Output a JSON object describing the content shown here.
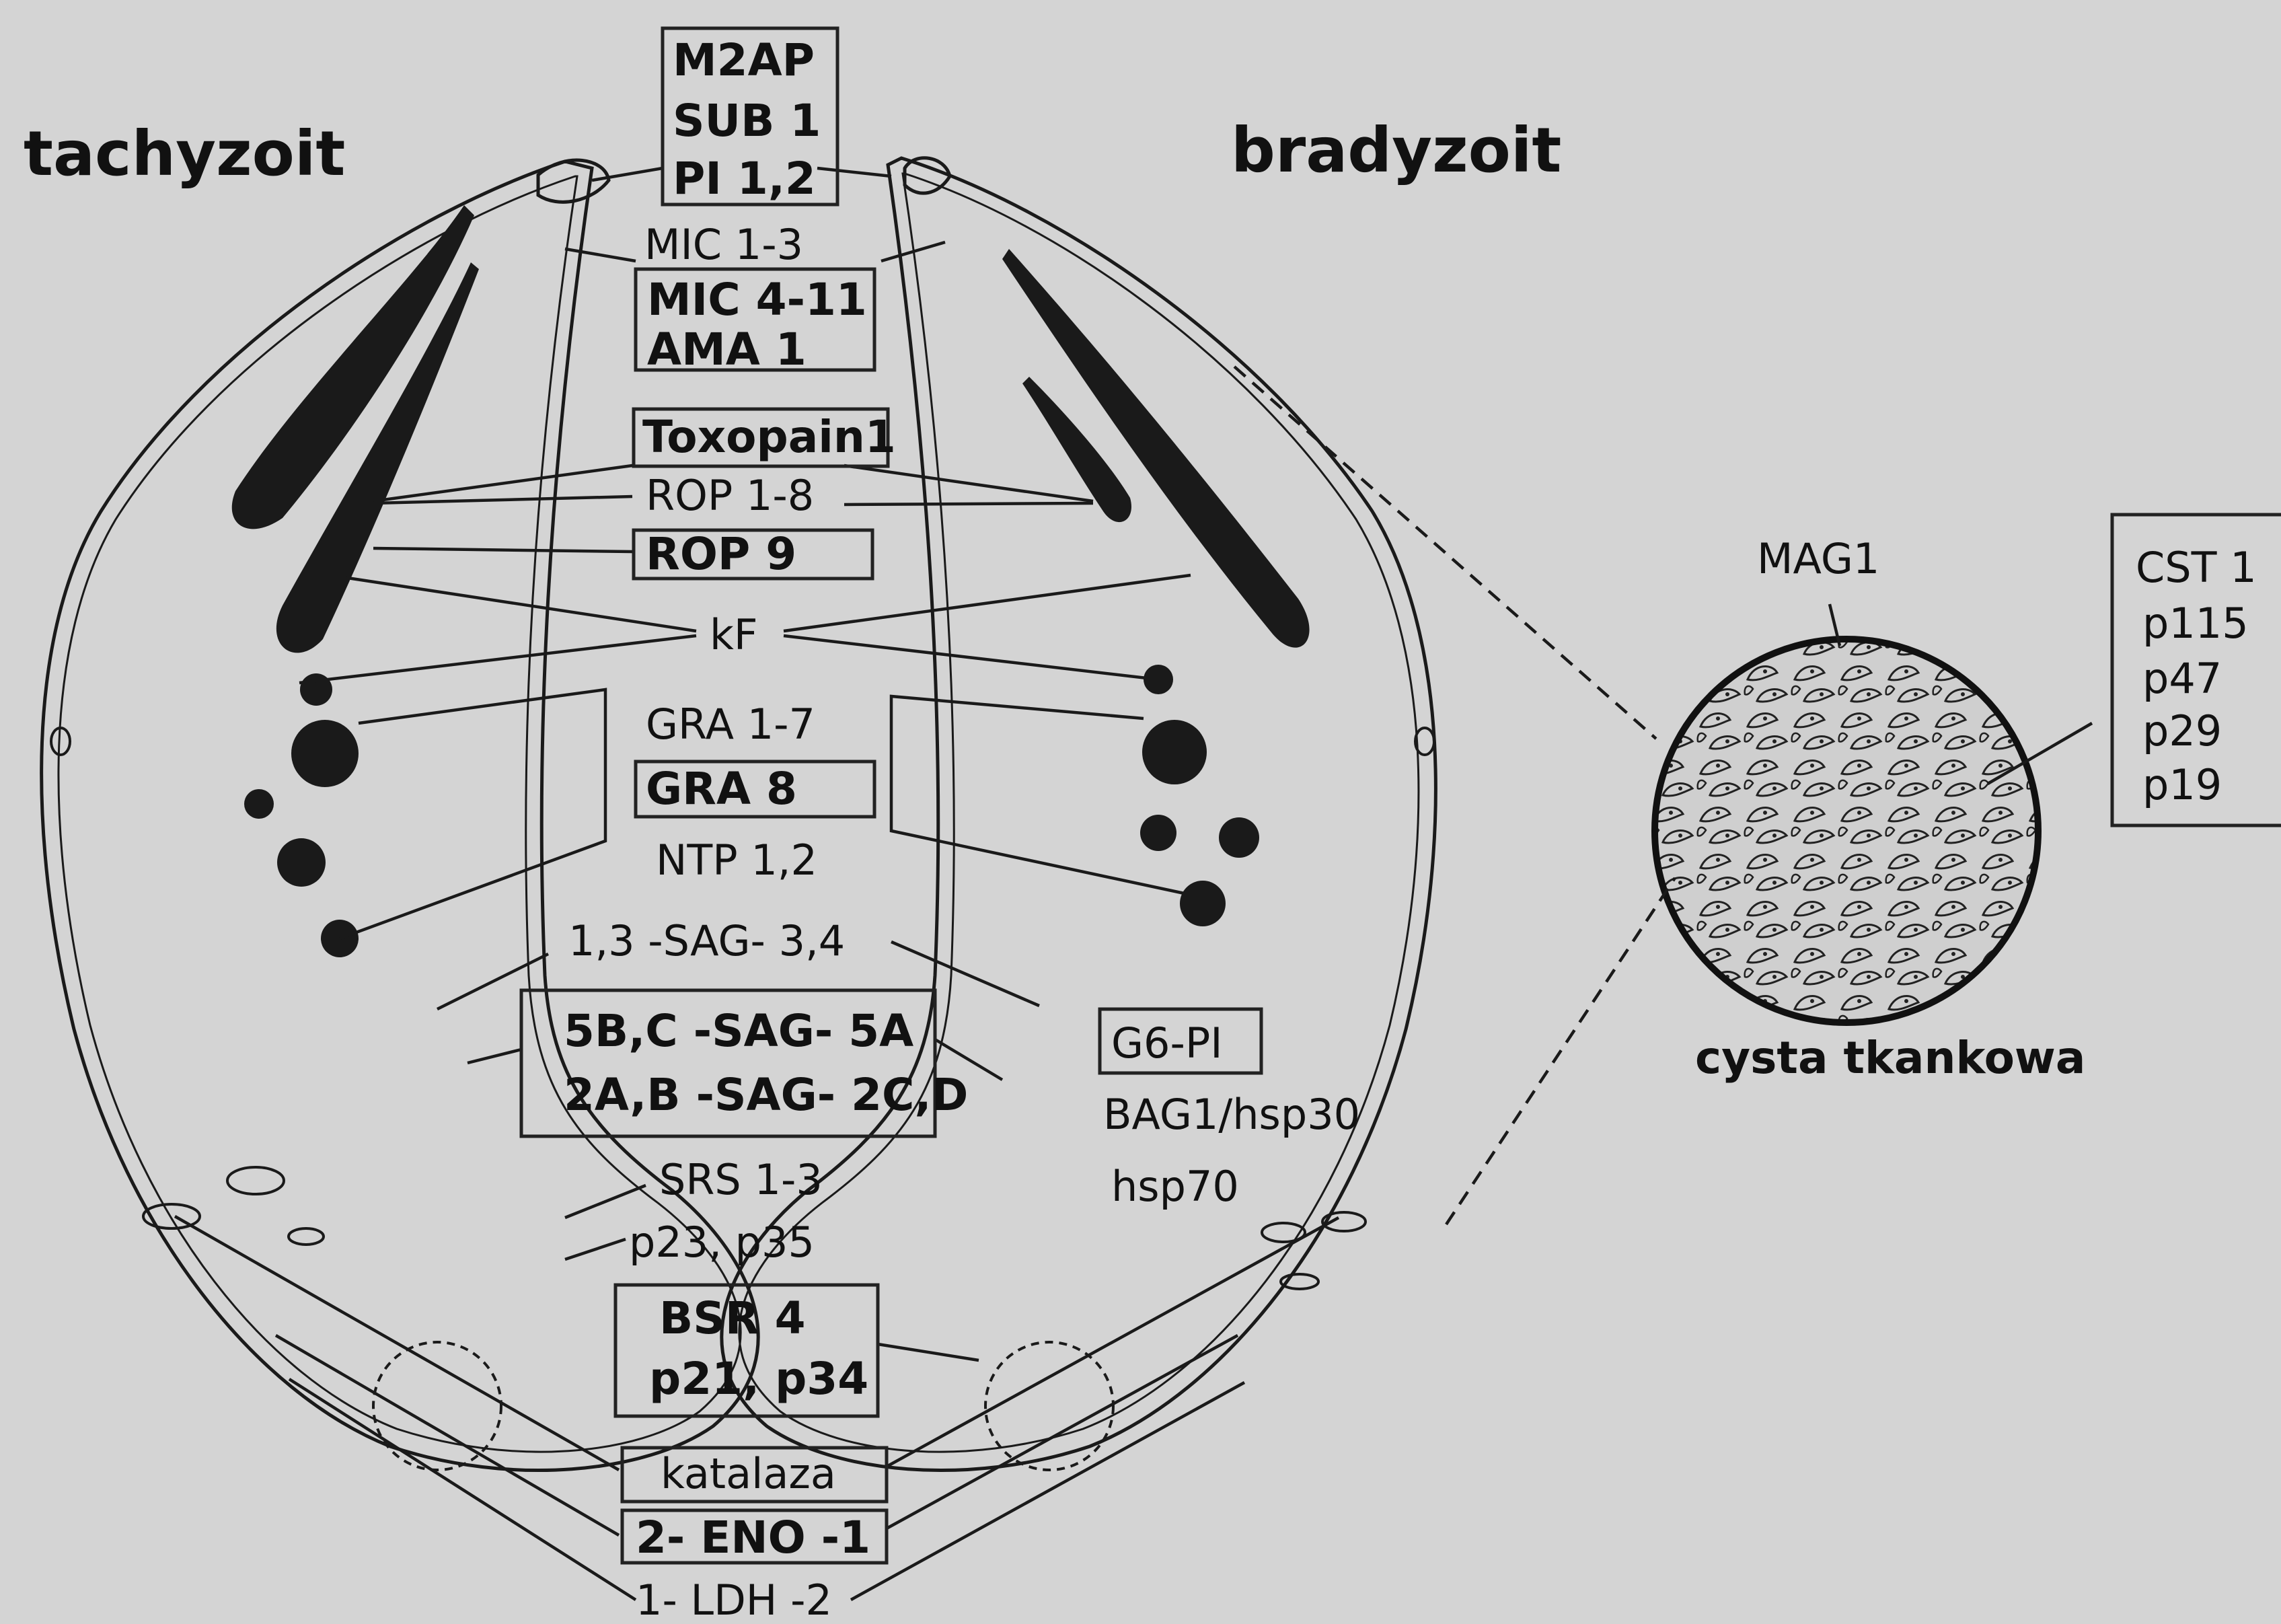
{
  "headings": {
    "tachyzoit": "tachyzoit",
    "bradyzoit": "bradyzoit",
    "cyst": "cysta tkankowa"
  },
  "labels": {
    "m2ap": "M2AP",
    "sub1": "SUB 1",
    "pi12": "PI 1,2",
    "mic13": "MIC 1-3",
    "mic411": "MIC 4-11",
    "ama1": "AMA 1",
    "toxopain1": "Toxopain1",
    "rop18": "ROP 1-8",
    "rop9": "ROP 9",
    "kf": "kF",
    "gra17": "GRA 1-7",
    "gra8": "GRA 8",
    "ntp12": "NTP 1,2",
    "sag1334": "1,3 -SAG- 3,4",
    "sag5bc5a": "5B,C -SAG- 5A",
    "sag2ab2cd": "2A,B -SAG- 2C,D",
    "srs13": "SRS 1-3",
    "p23p35": "p23, p35",
    "bsr4": "BSR 4",
    "p21p34": "p21, p34",
    "katalaza": "katalaza",
    "eno": "2- ENO -1",
    "ldh": "1- LDH -2",
    "g6pi": "G6-PI",
    "bag1": "BAG1/hsp30",
    "hsp70": "hsp70",
    "mag1": "MAG1"
  },
  "cyst_list": [
    "CST 1",
    "p115",
    "p47",
    "p29",
    "p19"
  ]
}
